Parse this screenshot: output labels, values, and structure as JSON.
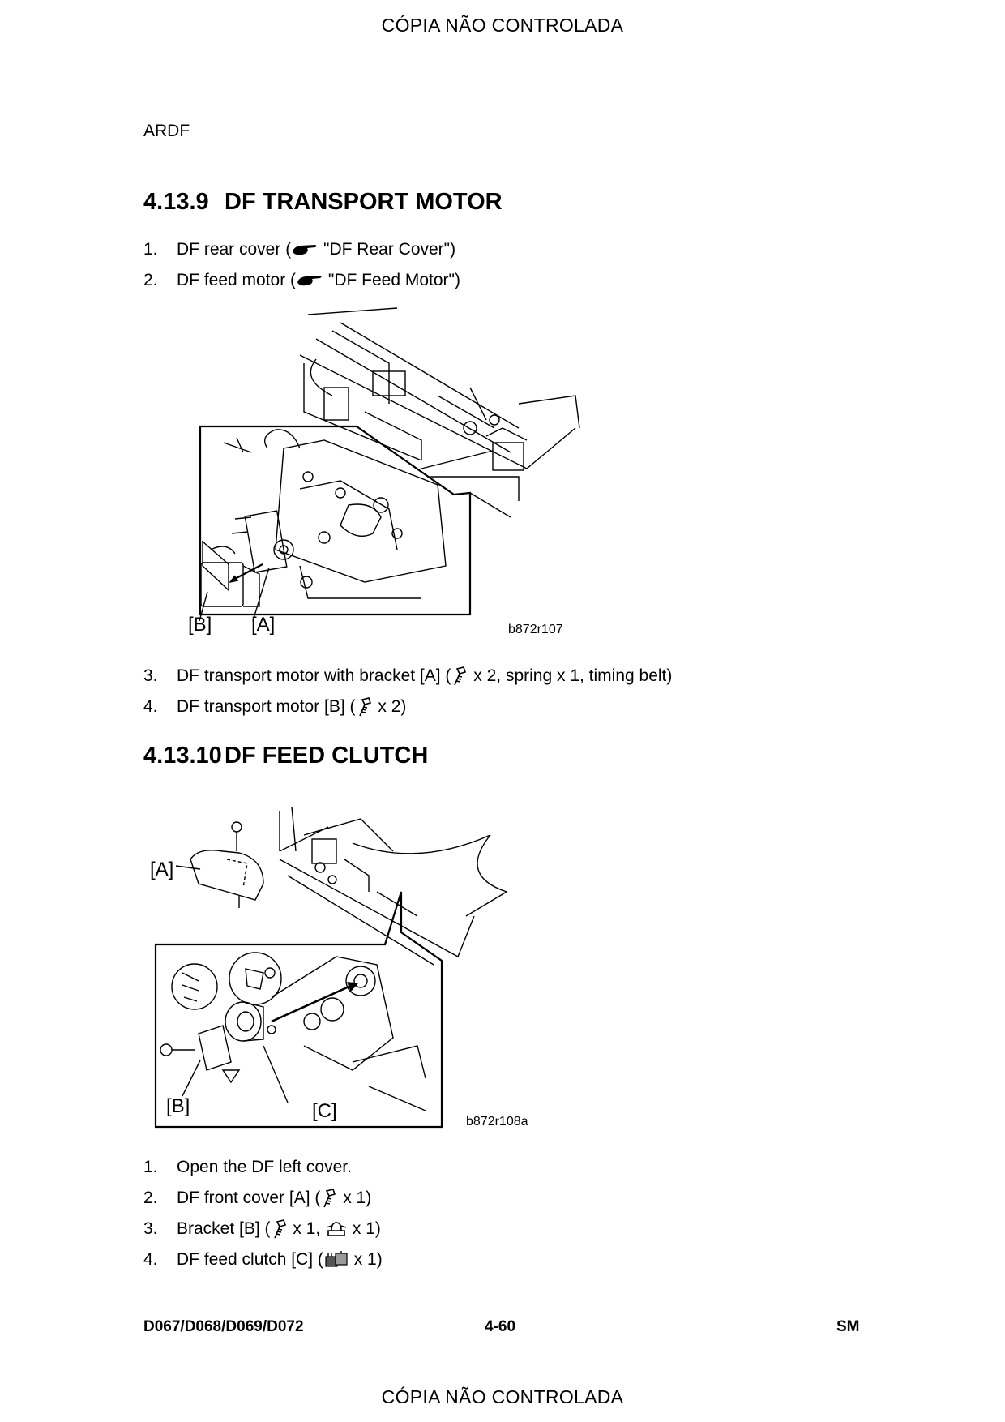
{
  "watermark": {
    "top": "CÓPIA NÃO CONTROLADA",
    "bottom": "CÓPIA NÃO CONTROLADA"
  },
  "section_label": "ARDF",
  "section1": {
    "number": "4.13.9",
    "title": "DF TRANSPORT MOTOR",
    "steps_before": [
      {
        "n": "1.",
        "pre": "DF rear cover (",
        "icon": "pointing-hand-icon",
        "post": " \"DF Rear Cover\")"
      },
      {
        "n": "2.",
        "pre": "DF feed motor (",
        "icon": "pointing-hand-icon",
        "post": " \"DF Feed Motor\")"
      }
    ],
    "figure": {
      "code": "b872r107",
      "callouts": [
        "[B]",
        "[A]"
      ]
    },
    "steps_after": [
      {
        "n": "3.",
        "pre": "DF transport motor with bracket [A] (",
        "icon": "screw-icon",
        "post": " x 2, spring x 1, timing belt)"
      },
      {
        "n": "4.",
        "pre": "DF transport motor [B] (",
        "icon": "screw-icon",
        "post": " x 2)"
      }
    ]
  },
  "section2": {
    "number": "4.13.10",
    "title": "DF FEED CLUTCH",
    "figure": {
      "code": "b872r108a",
      "callouts": [
        "[A]",
        "[B]",
        "[C]"
      ]
    },
    "steps": [
      {
        "n": "1.",
        "text": "Open the DF left cover."
      },
      {
        "n": "2.",
        "pre": "DF front cover [A] (",
        "icon": "screw-icon",
        "post": " x 1)"
      },
      {
        "n": "3.",
        "pre": "Bracket [B] (",
        "icon": "screw-icon",
        "mid": " x 1, ",
        "icon2": "harness-clamp-icon",
        "post": " x 1)"
      },
      {
        "n": "4.",
        "pre": "DF feed clutch [C] (",
        "icon": "connector-icon",
        "post": " x 1)"
      }
    ]
  },
  "footer": {
    "left": "D067/D068/D069/D072",
    "center": "4-60",
    "right": "SM"
  }
}
